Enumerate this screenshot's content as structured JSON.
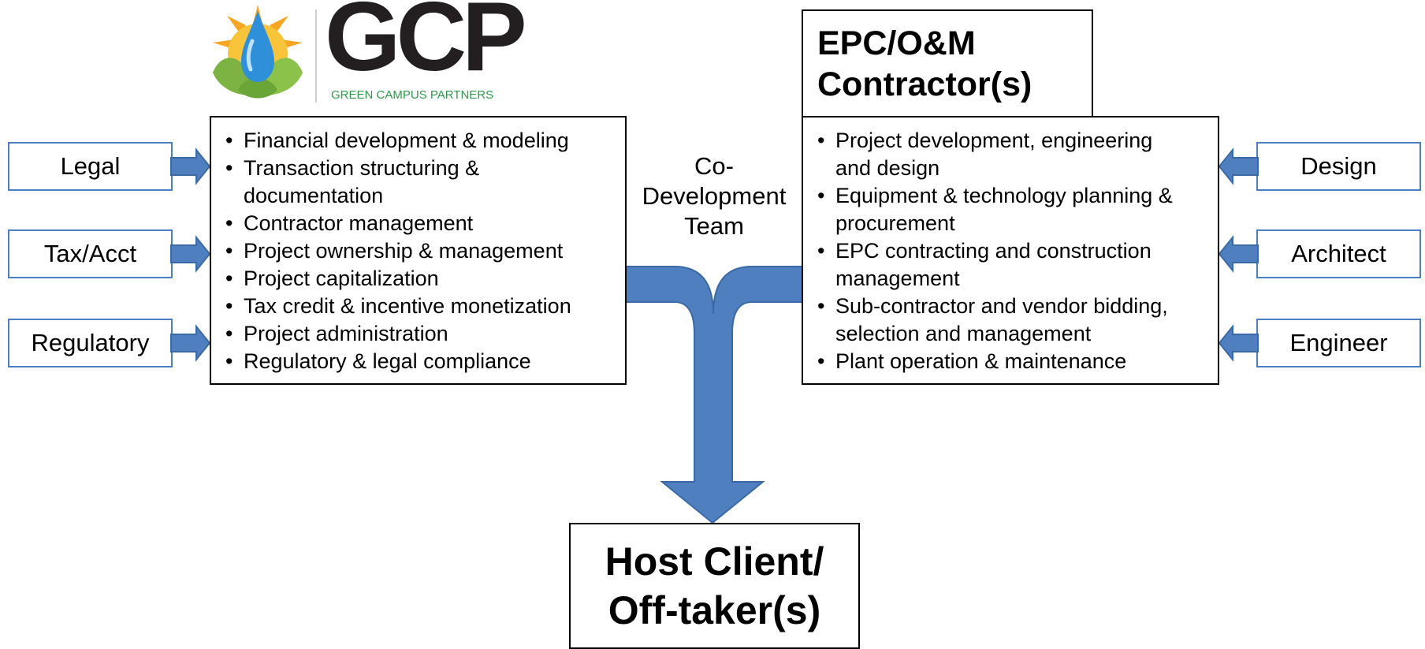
{
  "logo": {
    "wordmark": "GCP",
    "subtitle": "GREEN CAMPUS PARTNERS",
    "colors": {
      "wordmark": "#231f20",
      "subtitle": "#2e9a4c",
      "leaf": "#7cb342",
      "sun": "#f6a623",
      "drop": "#2f8fd8"
    }
  },
  "left_inputs": [
    "Legal",
    "Tax/Acct",
    "Regulatory"
  ],
  "right_inputs": [
    "Design",
    "Architect",
    "Engineer"
  ],
  "gcp_box": {
    "items": [
      "Financial development & modeling",
      "Transaction structuring & documentation",
      "Contractor management",
      "Project ownership & management",
      "Project capitalization",
      "Tax credit & incentive monetization",
      "Project administration",
      "Regulatory & legal compliance"
    ]
  },
  "epc": {
    "title_line1": "EPC/O&M",
    "title_line2": "Contractor(s)",
    "items": [
      "Project development, engineering and design",
      "Equipment & technology planning & procurement",
      "EPC contracting and construction management",
      "Sub-contractor and vendor bidding, selection and management",
      "Plant operation & maintenance"
    ]
  },
  "co_dev": {
    "line1": "Co-",
    "line2": "Development",
    "line3": "Team"
  },
  "host": {
    "line1": "Host Client/",
    "line2": "Off-taker(s)"
  },
  "colors": {
    "arrow_fill": "#4f7fbe",
    "arrow_stroke": "#3a6aa6",
    "side_border": "#4a7fc1"
  }
}
